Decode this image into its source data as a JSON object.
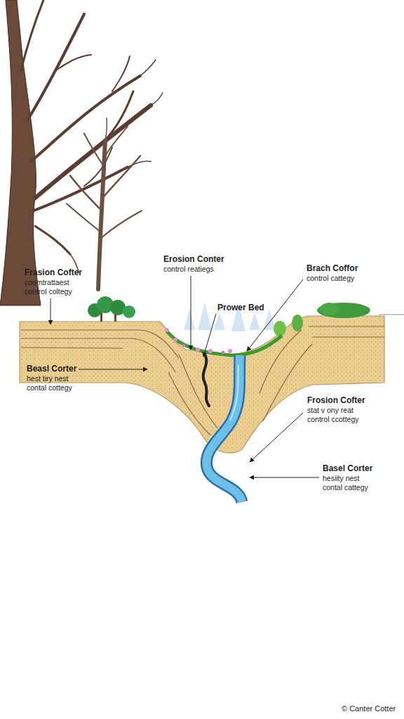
{
  "diagram": {
    "labels": [
      "Frasion Cofter",
      "coomtrattaest control coltegy",
      "Erosion Conter",
      "control reatiegs",
      "Brach Coffor",
      "control cattegy",
      "Prower Bed",
      "Beasl Corter",
      "hest tiry nest contal cottegy",
      "Frosion Cofter",
      "stat v ony reat control ccottegy",
      "Basel Corter",
      "hesiity nest contal cattegy",
      "© Canter Cotter"
    ]
  }
}
